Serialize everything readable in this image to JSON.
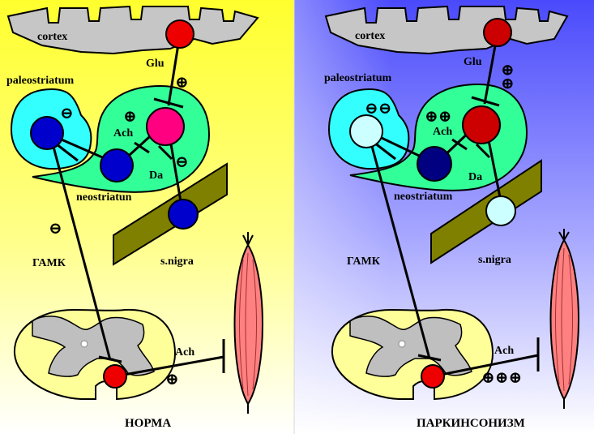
{
  "panels": {
    "left": {
      "caption": "НОРМА",
      "labels": {
        "cortex": "cortex",
        "glu": "Glu",
        "paleostriatum": "paleostriatum",
        "ach_striatum": "Ach",
        "da": "Da",
        "neostriatum": "neostriatun",
        "gabа": "ГАМК",
        "snigra": "s.nigra",
        "ach_spinal": "Ach"
      },
      "signs": {
        "glu": "⊕",
        "pale_inhib": "⊖",
        "ach_excite": "⊕",
        "da_inhib": "⊖",
        "gaba_inhib": "⊖",
        "spinal_excite": "⊕"
      }
    },
    "right": {
      "caption": "ПАРКИНСОНИЗМ",
      "labels": {
        "cortex": "cortex",
        "glu": "Glu",
        "paleostriatum": "paleostriatum",
        "ach_striatum": "Ach",
        "da": "Da",
        "neostriatum": "neostriatum",
        "gabа": "ГАМК",
        "snigra": "s.nigra",
        "ach_spinal": "Ach"
      },
      "signs": {
        "glu": "⊕⊕",
        "pale_inhib": "⊖⊖",
        "ach_excite": "⊕⊕",
        "spinal_excite": "⊕⊕⊕"
      }
    }
  },
  "colors": {
    "left_bg_top": "#ffff33",
    "left_bg_bottom": "#ffffff",
    "right_bg_top": "#4d4dff",
    "right_bg_bottom": "#ffffff",
    "cortex": "#c8c8c8",
    "paleostriatum": "#33ffff",
    "neostriatum": "#33ff99",
    "snigra": "#808000",
    "spinal_cord": "#ffff99",
    "grey_matter": "#bfbfbf",
    "muscle": "#ff8080",
    "neuron_red": "#ee0000",
    "neuron_blue": "#0000cc",
    "neuron_dark_blue": "#000080",
    "neuron_magenta": "#ff0080",
    "neuron_dark_red": "#cc0000",
    "neuron_pale": "#ccffff"
  }
}
